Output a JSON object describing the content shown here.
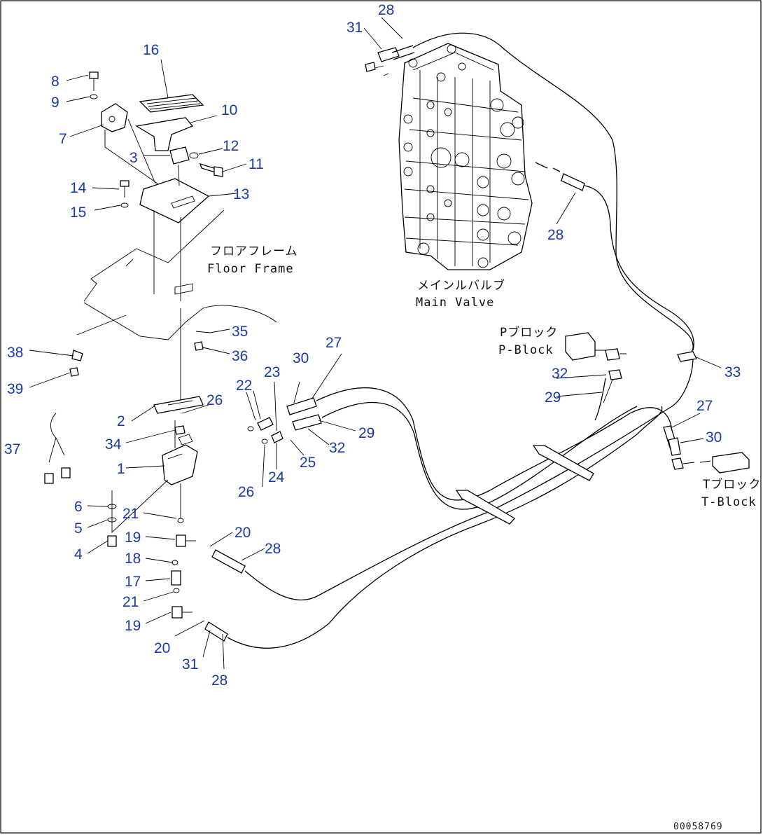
{
  "callouts": {
    "c1": "1",
    "c2": "2",
    "c3": "3",
    "c4": "4",
    "c5": "5",
    "c6": "6",
    "c7": "7",
    "c8": "8",
    "c9": "9",
    "c10": "10",
    "c11": "11",
    "c12": "12",
    "c13": "13",
    "c14": "14",
    "c15": "15",
    "c16": "16",
    "c17": "17",
    "c18": "18",
    "c19": "19",
    "c20": "20",
    "c21": "21",
    "c22": "22",
    "c23": "23",
    "c24": "24",
    "c25": "25",
    "c26": "26",
    "c27": "27",
    "c28": "28",
    "c29": "29",
    "c30": "30",
    "c31": "31",
    "c32": "32",
    "c33": "33",
    "c34": "34",
    "c35": "35",
    "c36": "36",
    "c37": "37",
    "c38": "38",
    "c39": "39"
  },
  "labels": {
    "floor_frame_jp": "フロアフレーム",
    "floor_frame_en": "Floor Frame",
    "main_valve_jp": "メインルバルブ",
    "main_valve_en": "Main Valve",
    "p_block_jp": "Pブロック",
    "p_block_en": "P-Block",
    "t_block_jp": "Tブロック",
    "t_block_en": "T-Block"
  },
  "document_number": "00058769",
  "colors": {
    "callout": "#1a3aa8",
    "line": "#000000",
    "background": "#ffffff"
  }
}
